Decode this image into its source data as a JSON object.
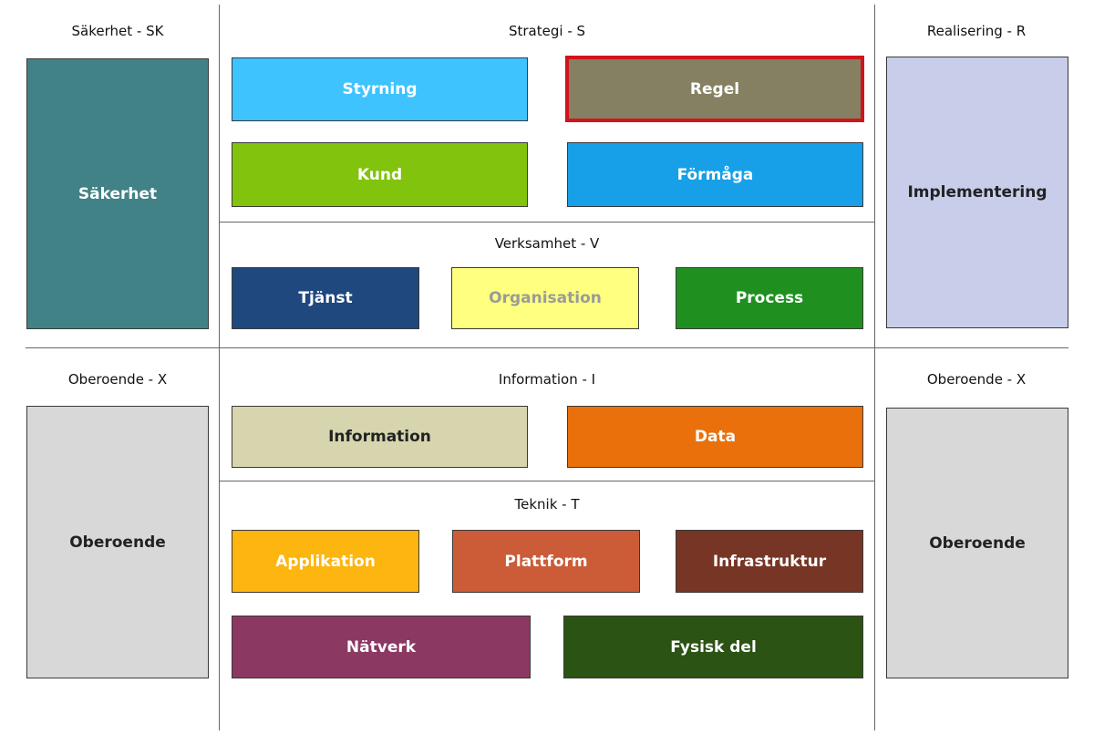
{
  "sections": {
    "sakerhet": "Säkerhet - SK",
    "strategi": "Strategi - S",
    "realisering": "Realisering - R",
    "verksamhet": "Verksamhet - V",
    "oberoende_left": "Oberoende - X",
    "information": "Information - I",
    "oberoende_right": "Oberoende - X",
    "teknik": "Teknik - T"
  },
  "boxes": {
    "sakerhet": "Säkerhet",
    "implementering": "Implementering",
    "styrning": "Styrning",
    "regel": "Regel",
    "kund": "Kund",
    "formaga": "Förmåga",
    "tjanst": "Tjänst",
    "organisation": "Organisation",
    "process": "Process",
    "oberoende_left": "Oberoende",
    "oberoende_right": "Oberoende",
    "information": "Information",
    "data": "Data",
    "applikation": "Applikation",
    "plattform": "Plattform",
    "infrastruktur": "Infrastruktur",
    "natverk": "Nätverk",
    "fysisk_del": "Fysisk del"
  },
  "colors": {
    "sakerhet": "#418286",
    "implementering": "#c8cdea",
    "styrning": "#3ec3ff",
    "regel": "#858061",
    "regel_border": "#d0141c",
    "kund": "#82c30d",
    "formaga": "#17a0e8",
    "tjanst": "#1f487e",
    "organisation": "#ffff80",
    "process": "#1f9020",
    "oberoende": "#d8d8d8",
    "information": "#d6d5ad",
    "data": "#ea700b",
    "applikation": "#fdb50f",
    "plattform": "#cb5c37",
    "infrastruktur": "#773526",
    "natverk": "#8b3862",
    "fysisk_del": "#2b5314"
  }
}
